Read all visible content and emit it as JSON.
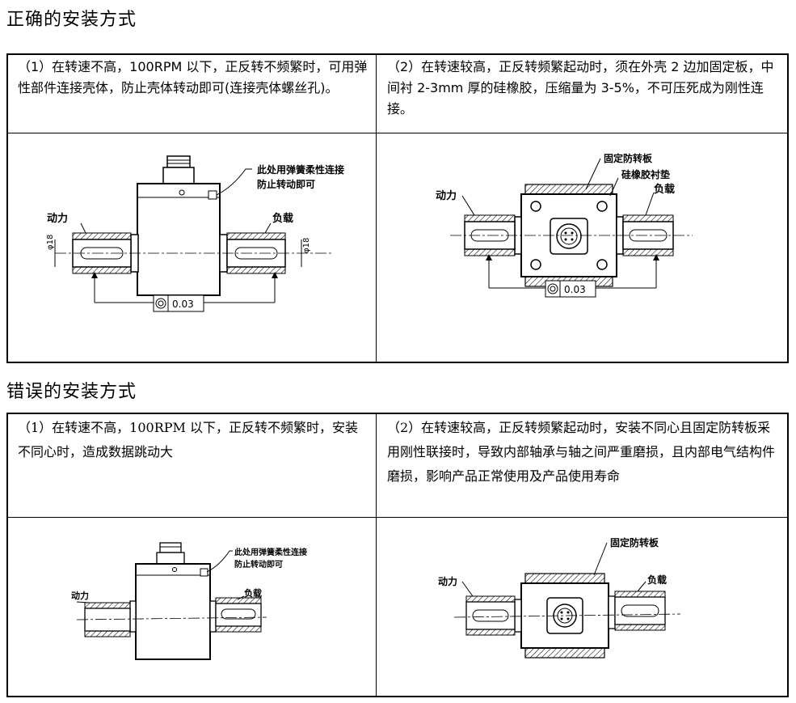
{
  "correct": {
    "heading": "正确的安装方式",
    "left_text": "（1）在转速不高，100RPM 以下，正反转不频繁时，可用弹性部件连接壳体，防止壳体转动即可(连接壳体螺丝孔)。",
    "right_text": "（2）在转速较高，正反转频繁起动时，须在外壳 2 边加固定板，中间衬 2-3mm 厚的硅橡胶，压缩量为 3-5%，不可压死成为刚性连接。",
    "left_diagram": {
      "note_line1": "此处用弹簧柔性连接",
      "note_line2": "防止转动即可",
      "power": "动力",
      "load": "负载",
      "dim_left": "φ18",
      "dim_right": "φ18",
      "tolerance": "0.03"
    },
    "right_diagram": {
      "plate": "固定防转板",
      "rubber": "硅橡胶衬垫",
      "power": "动力",
      "load": "负载",
      "tolerance": "0.03"
    }
  },
  "wrong": {
    "heading": "错误的安装方式",
    "left_text": "（1）在转速不高，100RPM 以下，正反转不频繁时，安装不同心时，造成数据跳动大",
    "right_text": "（2）在转速较高，正反转频繁起动时，安装不同心且固定防转板采用刚性联接时，导致内部轴承与轴之间严重磨损，且内部电气结构件磨损，影响产品正常使用及产品使用寿命",
    "left_diagram": {
      "note_line1": "此处用弹簧柔性连接",
      "note_line2": "防止转动即可",
      "power": "动力",
      "load": "负载"
    },
    "right_diagram": {
      "plate": "固定防转板",
      "power": "动力",
      "load": "负载"
    }
  }
}
